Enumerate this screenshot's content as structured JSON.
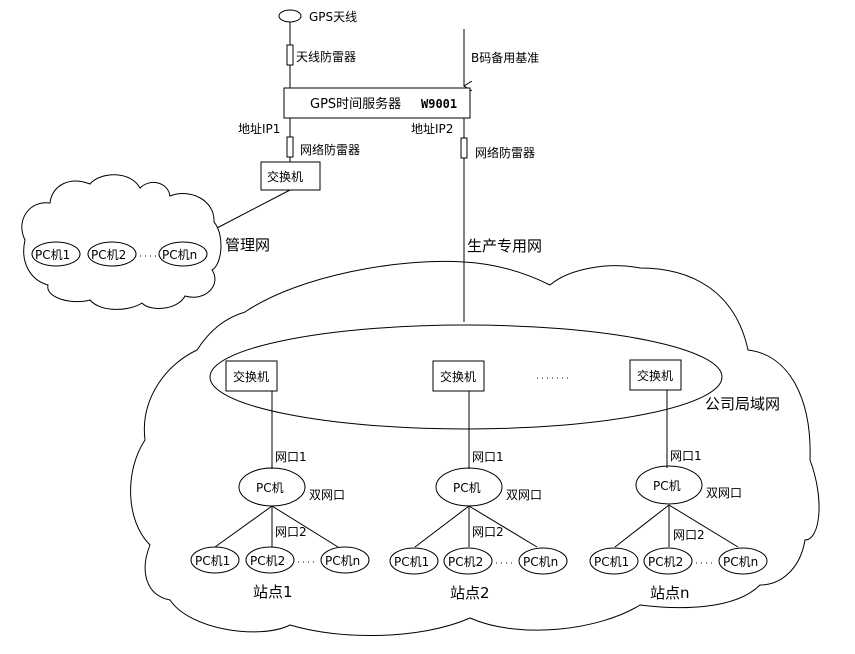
{
  "top": {
    "gps_antenna": "GPS天线",
    "antenna_arrester": "天线防雷器",
    "b_code_ref": "B码备用基准",
    "server_label": "GPS时间服务器",
    "server_model": "W9001",
    "address_ip1": "地址IP1",
    "address_ip2": "地址IP2",
    "net_arrester_1": "网络防雷器",
    "net_arrester_2": "网络防雷器"
  },
  "management": {
    "switch": "交换机",
    "network_label": "管理网",
    "pcs": [
      "PC机1",
      "PC机2",
      "PC机n"
    ]
  },
  "production": {
    "network_label": "生产专用网",
    "lan_label": "公司局域网",
    "switches": [
      "交换机",
      "交换机",
      "交换机"
    ],
    "ellipsis": "· · · · · ·"
  },
  "sites": [
    {
      "name": "站点1",
      "port1": "网口1",
      "pc": "PC机",
      "dual_port": "双网口",
      "port2": "网口2",
      "pcs": [
        "PC机1",
        "PC机2",
        "PC机n"
      ]
    },
    {
      "name": "站点2",
      "port1": "网口1",
      "pc": "PC机",
      "dual_port": "双网口",
      "port2": "网口2",
      "pcs": [
        "PC机1",
        "PC机2",
        "PC机n"
      ]
    },
    {
      "name": "站点n",
      "port1": "网口1",
      "pc": "PC机",
      "dual_port": "双网口",
      "port2": "网口2",
      "pcs": [
        "PC机1",
        "PC机2",
        "PC机n"
      ]
    }
  ]
}
